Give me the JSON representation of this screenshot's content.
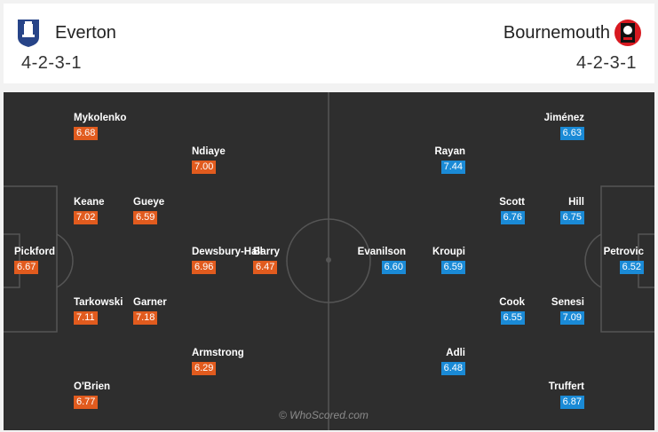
{
  "home": {
    "name": "Everton",
    "formation": "4-2-3-1",
    "color": "#e15b1e",
    "players": [
      {
        "name": "Mykolenko",
        "rating": "6.68"
      },
      {
        "name": "Ndiaye",
        "rating": "7.00"
      },
      {
        "name": "Keane",
        "rating": "7.02"
      },
      {
        "name": "Gueye",
        "rating": "6.59"
      },
      {
        "name": "Pickford",
        "rating": "6.67"
      },
      {
        "name": "Dewsbury-Hall",
        "rating": "6.96"
      },
      {
        "name": "Barry",
        "rating": "6.47"
      },
      {
        "name": "Tarkowski",
        "rating": "7.11"
      },
      {
        "name": "Garner",
        "rating": "7.18"
      },
      {
        "name": "Armstrong",
        "rating": "6.29"
      },
      {
        "name": "O'Brien",
        "rating": "6.77"
      }
    ]
  },
  "away": {
    "name": "Bournemouth",
    "formation": "4-2-3-1",
    "color": "#1a8ad6",
    "players": [
      {
        "name": "Jiménez",
        "rating": "6.63"
      },
      {
        "name": "Rayan",
        "rating": "7.44"
      },
      {
        "name": "Scott",
        "rating": "6.76"
      },
      {
        "name": "Hill",
        "rating": "6.75"
      },
      {
        "name": "Evanilson",
        "rating": "6.60"
      },
      {
        "name": "Kroupi",
        "rating": "6.59"
      },
      {
        "name": "Petrovic",
        "rating": "6.52"
      },
      {
        "name": "Cook",
        "rating": "6.55"
      },
      {
        "name": "Senesi",
        "rating": "7.09"
      },
      {
        "name": "Adli",
        "rating": "6.48"
      },
      {
        "name": "Truffert",
        "rating": "6.87"
      }
    ]
  },
  "watermark": "© WhoScored.com"
}
